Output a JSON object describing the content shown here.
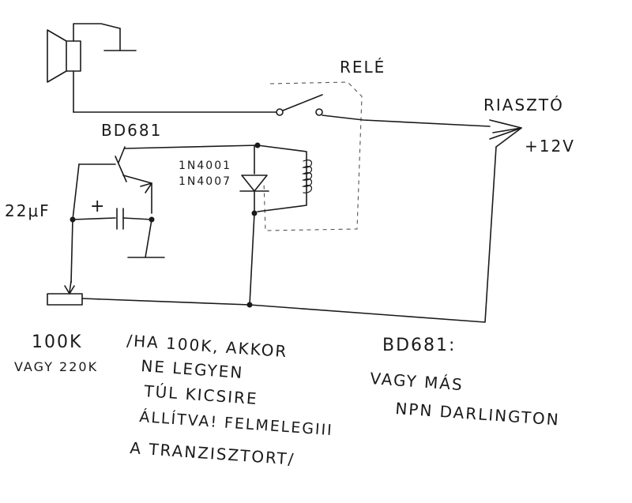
{
  "labels": {
    "rele": "RELÉ",
    "riaszto": "RIASZTÓ",
    "plus12v": "+12V",
    "transistor": "BD681",
    "diode_1": "1N4001",
    "diode_2": "1N4007",
    "capacitor": "22μF",
    "cap_polarity": "+",
    "pot_value_1": "100K",
    "pot_value_2": "VAGY 220K"
  },
  "notes": {
    "warning_line_1": "/HA 100K, AKKOR",
    "warning_line_2": "NE LEGYEN",
    "warning_line_3": "TÚL KICSIRE",
    "warning_line_4": "ÁLLÍTVA! FELMELEGIII",
    "warning_line_5": "A TRANZISZTORT/",
    "transistor_note_1": "BD681:",
    "transistor_note_2": "VAGY MÁS",
    "transistor_note_3": "NPN DARLINGTON"
  }
}
